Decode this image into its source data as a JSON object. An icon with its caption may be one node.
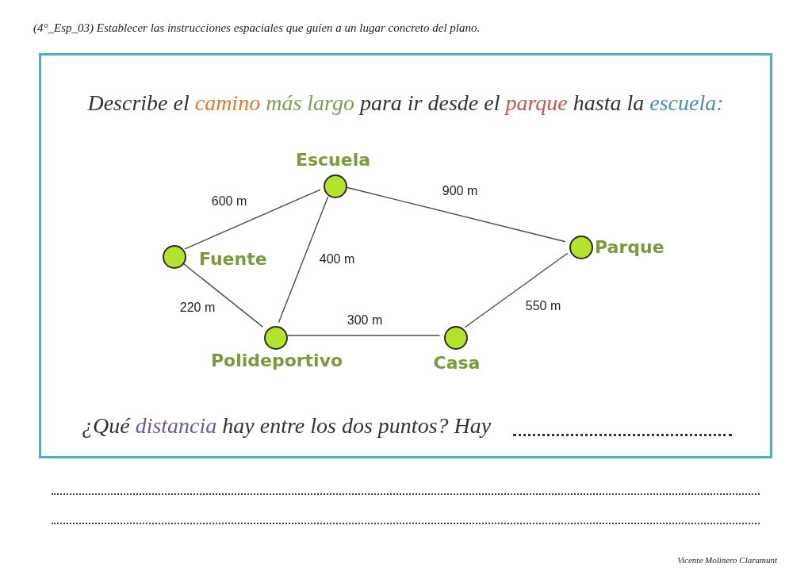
{
  "diagram": {
    "title": "(4°_Esp_03) Establecer las instrucciones espaciales que guíen a un lugar concreto del plano.",
    "nodes": [
      {
        "text": [
          "Describe el camino más largo para ir desde el parque hasta la escuela:",
          "¿Qué distancia hay entre los dos puntos? Hay"
        ]
      },
      {
        "text": [],
        "shape": "circle",
        "in": 0,
        "beside": [
          "Escuela"
        ]
      },
      {
        "text": [],
        "shape": "circle",
        "in": 0,
        "beside": [
          "Fuente"
        ]
      },
      {
        "text": [],
        "shape": "circle",
        "in": 0,
        "beside": [
          "Parque"
        ]
      },
      {
        "text": [],
        "shape": "circle",
        "in": 0,
        "beside": [
          "Polideportivo"
        ]
      },
      {
        "text": [],
        "shape": "circle",
        "in": 0,
        "beside": [
          "Casa"
        ]
      }
    ],
    "edges": [
      {
        "from": 2,
        "to": 1,
        "arrow": "none",
        "label": "600 m"
      },
      {
        "from": 1,
        "to": 3,
        "arrow": "none",
        "label": "900 m"
      },
      {
        "from": 1,
        "to": 4,
        "arrow": "none",
        "label": "400 m"
      },
      {
        "from": 2,
        "to": 4,
        "arrow": "none",
        "label": "220 m"
      },
      {
        "from": 4,
        "to": 5,
        "arrow": "none",
        "label": "300 m"
      },
      {
        "from": 5,
        "to": 3,
        "arrow": "none",
        "label": "550 m"
      }
    ],
    "labels": [
      "Vicente Molinero Claramunt"
    ]
  }
}
